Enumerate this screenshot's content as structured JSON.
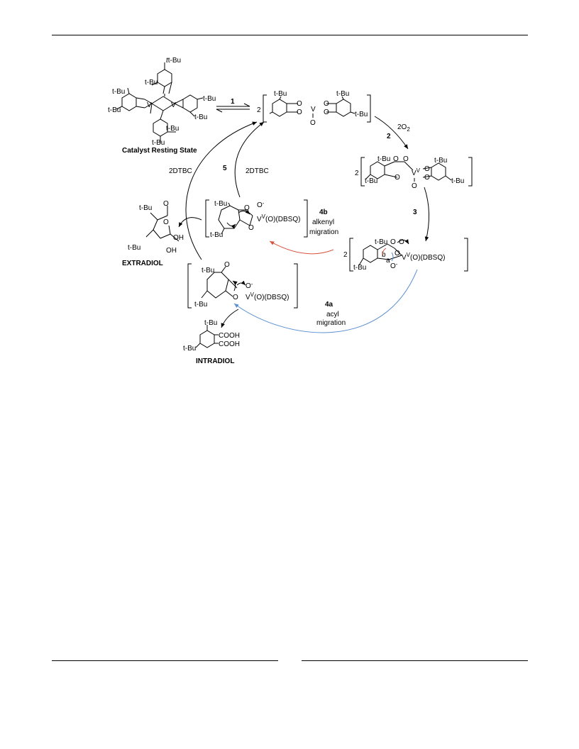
{
  "colors": {
    "ink": "#000000",
    "acyl_arrow": "#5a8fd0",
    "alkenyl_arrow": "#d9523f"
  },
  "labels": {
    "tbu": "t-Bu",
    "catalyst_resting_state": "Catalyst Resting State",
    "extradiol": "EXTRADIOL",
    "intradiol": "INTRADIOL",
    "dbsq": "(O)(DBSQ)",
    "v": "V",
    "v_ox": "V",
    "cooh": "COOH",
    "oh": "OH",
    "o": "O",
    "o_minus": "O",
    "two": "2",
    "bond_a": "a",
    "bond_b": "b"
  },
  "steps": {
    "s1": {
      "num": "1"
    },
    "s2": {
      "num": "2",
      "reagent": "2O"
    },
    "s3": {
      "num": "3"
    },
    "s4a": {
      "num": "4a",
      "l1": "acyl",
      "l2": "migration"
    },
    "s4b": {
      "num": "4b",
      "l1": "alkenyl",
      "l2": "migration"
    },
    "s5": {
      "num": "5",
      "reagent_left": "2DTBC",
      "reagent_right": "2DTBC"
    }
  }
}
